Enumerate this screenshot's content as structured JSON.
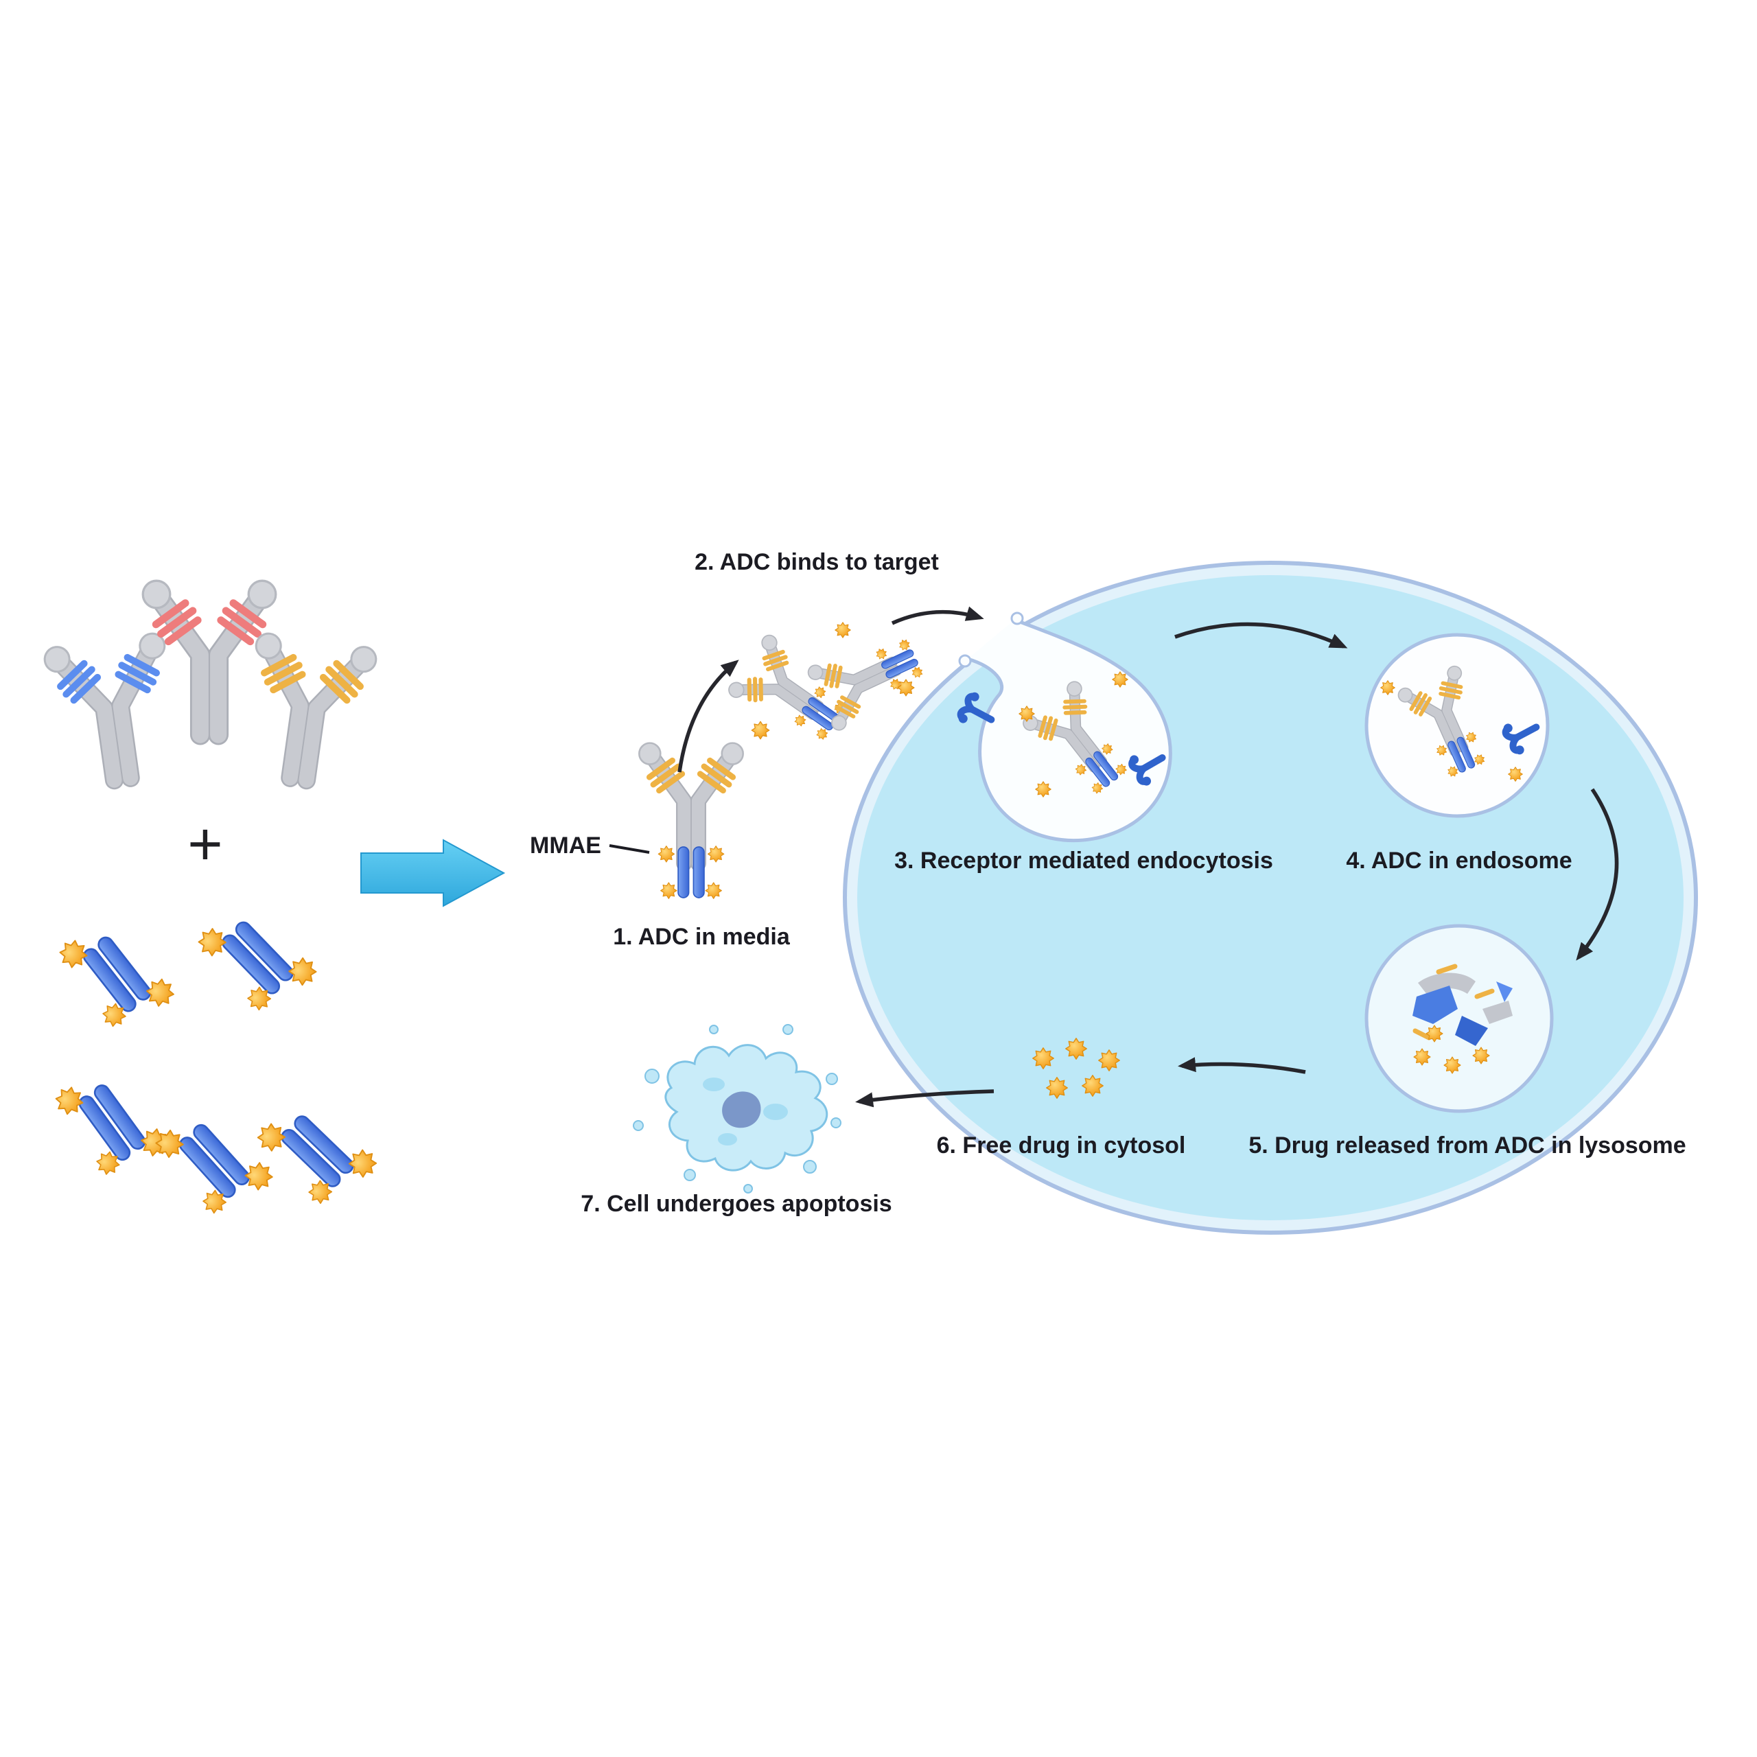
{
  "diagram": {
    "mmae_label": "MMAE",
    "plus_sign": "+",
    "steps": [
      {
        "id": 1,
        "label": "1. ADC in media"
      },
      {
        "id": 2,
        "label": "2. ADC binds to target"
      },
      {
        "id": 3,
        "label": "3. Receptor mediated endocytosis"
      },
      {
        "id": 4,
        "label": "4. ADC in endosome"
      },
      {
        "id": 5,
        "label": "5. Drug released from ADC in lysosome"
      },
      {
        "id": 6,
        "label": "6. Free drug in cytosol"
      },
      {
        "id": 7,
        "label": "7. Cell undergoes apoptosis"
      }
    ],
    "colors": {
      "cell_fill": "#bde8f7",
      "cell_membrane": "#a9c0e4",
      "drug_blue": "#4a7de2",
      "payload_orange": "#f2a52b",
      "antibody_gray": "#c8cad0",
      "fab_blue": "#5b8def",
      "fab_red": "#ee7c7c",
      "fab_yellow": "#eeb244",
      "receptor_blue": "#2f63cc",
      "process_arrow_blue": "#45bfec",
      "text": "#1b1b22"
    },
    "icons": [
      "antibody-icon",
      "drug-payload-icon",
      "adc-icon",
      "receptor-icon",
      "cell-body",
      "endocytosis-cup",
      "endosome",
      "lysosome",
      "apoptotic-cell-icon",
      "flow-arrow",
      "block-arrow-icon",
      "star-icon"
    ]
  }
}
